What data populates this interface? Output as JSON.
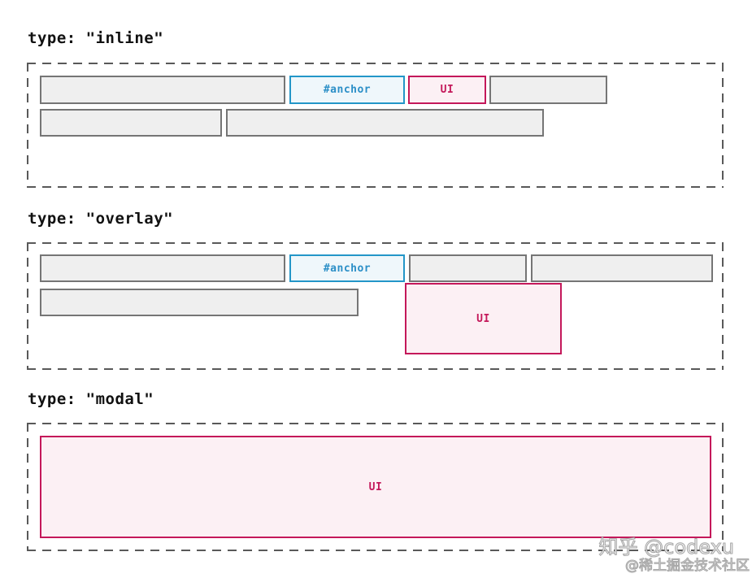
{
  "labels": {
    "anchor": "#anchor",
    "ui": "UI"
  },
  "sections": [
    {
      "id": "inline",
      "title": "type: \"inline\""
    },
    {
      "id": "overlay",
      "title": "type: \"overlay\""
    },
    {
      "id": "modal",
      "title": "type: \"modal\""
    }
  ],
  "colors": {
    "anchor_border": "#2396c8",
    "anchor_fill": "#eff7fb",
    "anchor_text": "#2b8fc7",
    "ui_border": "#c4185a",
    "ui_fill": "#fcf0f4",
    "ui_text": "#c4185a",
    "placeholder_fill": "#efefef",
    "placeholder_border": "#757575",
    "frame_dash": "#595959",
    "title_text": "#111111"
  },
  "watermark": {
    "line1": "知乎 @codexu",
    "line2": "@稀土掘金技术社区"
  }
}
